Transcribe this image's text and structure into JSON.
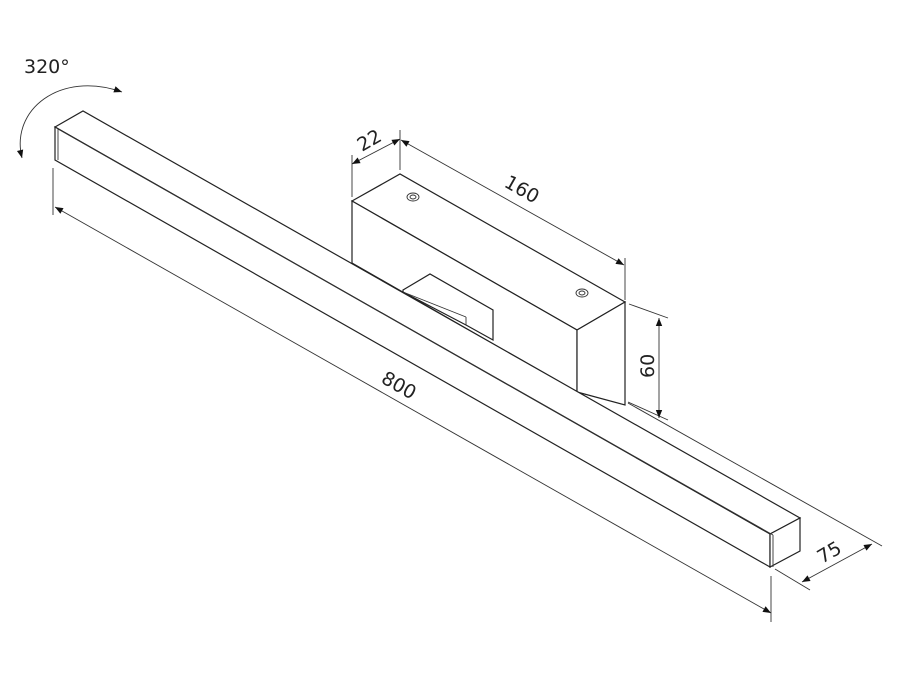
{
  "title": "Wall lamp dimension drawing",
  "dimensions": {
    "rotation": "320°",
    "length": "800",
    "bracket_depth": "22",
    "bracket_length": "160",
    "bracket_height": "60",
    "projection": "75"
  },
  "colors": {
    "line": "#222222",
    "background": "#ffffff"
  }
}
